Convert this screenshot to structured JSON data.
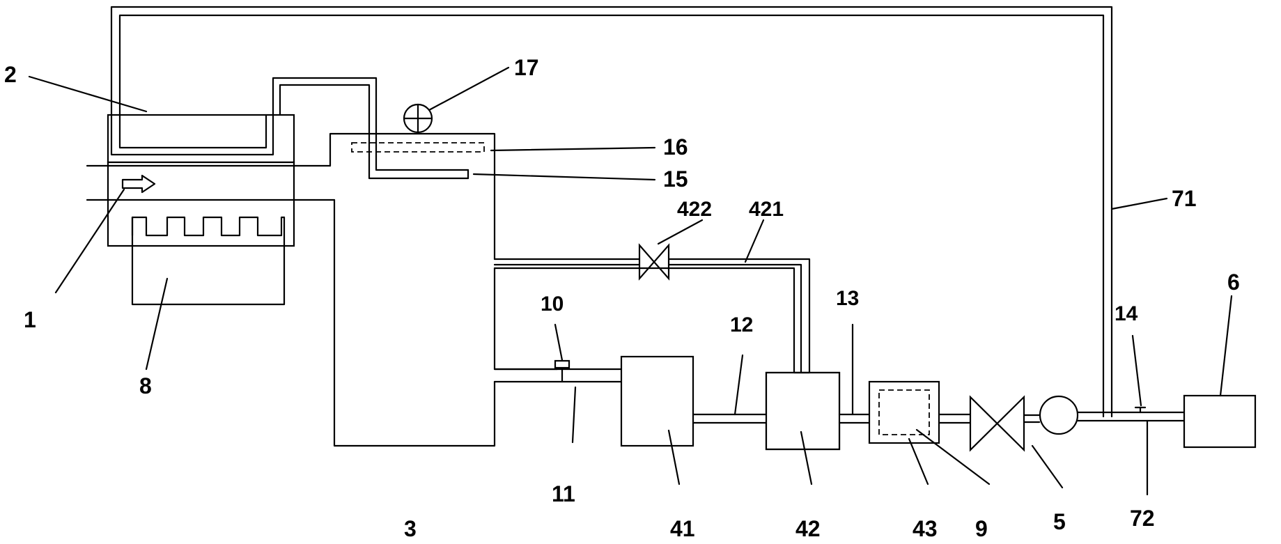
{
  "labels": {
    "l1": "1",
    "l2": "2",
    "l3": "3",
    "l41": "41",
    "l42": "42",
    "l43": "43",
    "l5": "5",
    "l6": "6",
    "l71": "71",
    "l72": "72",
    "l8": "8",
    "l9": "9",
    "l10": "10",
    "l11": "11",
    "l12": "12",
    "l13": "13",
    "l14": "14",
    "l15": "15",
    "l16": "16",
    "l17": "17",
    "l421": "421",
    "l422": "422"
  }
}
